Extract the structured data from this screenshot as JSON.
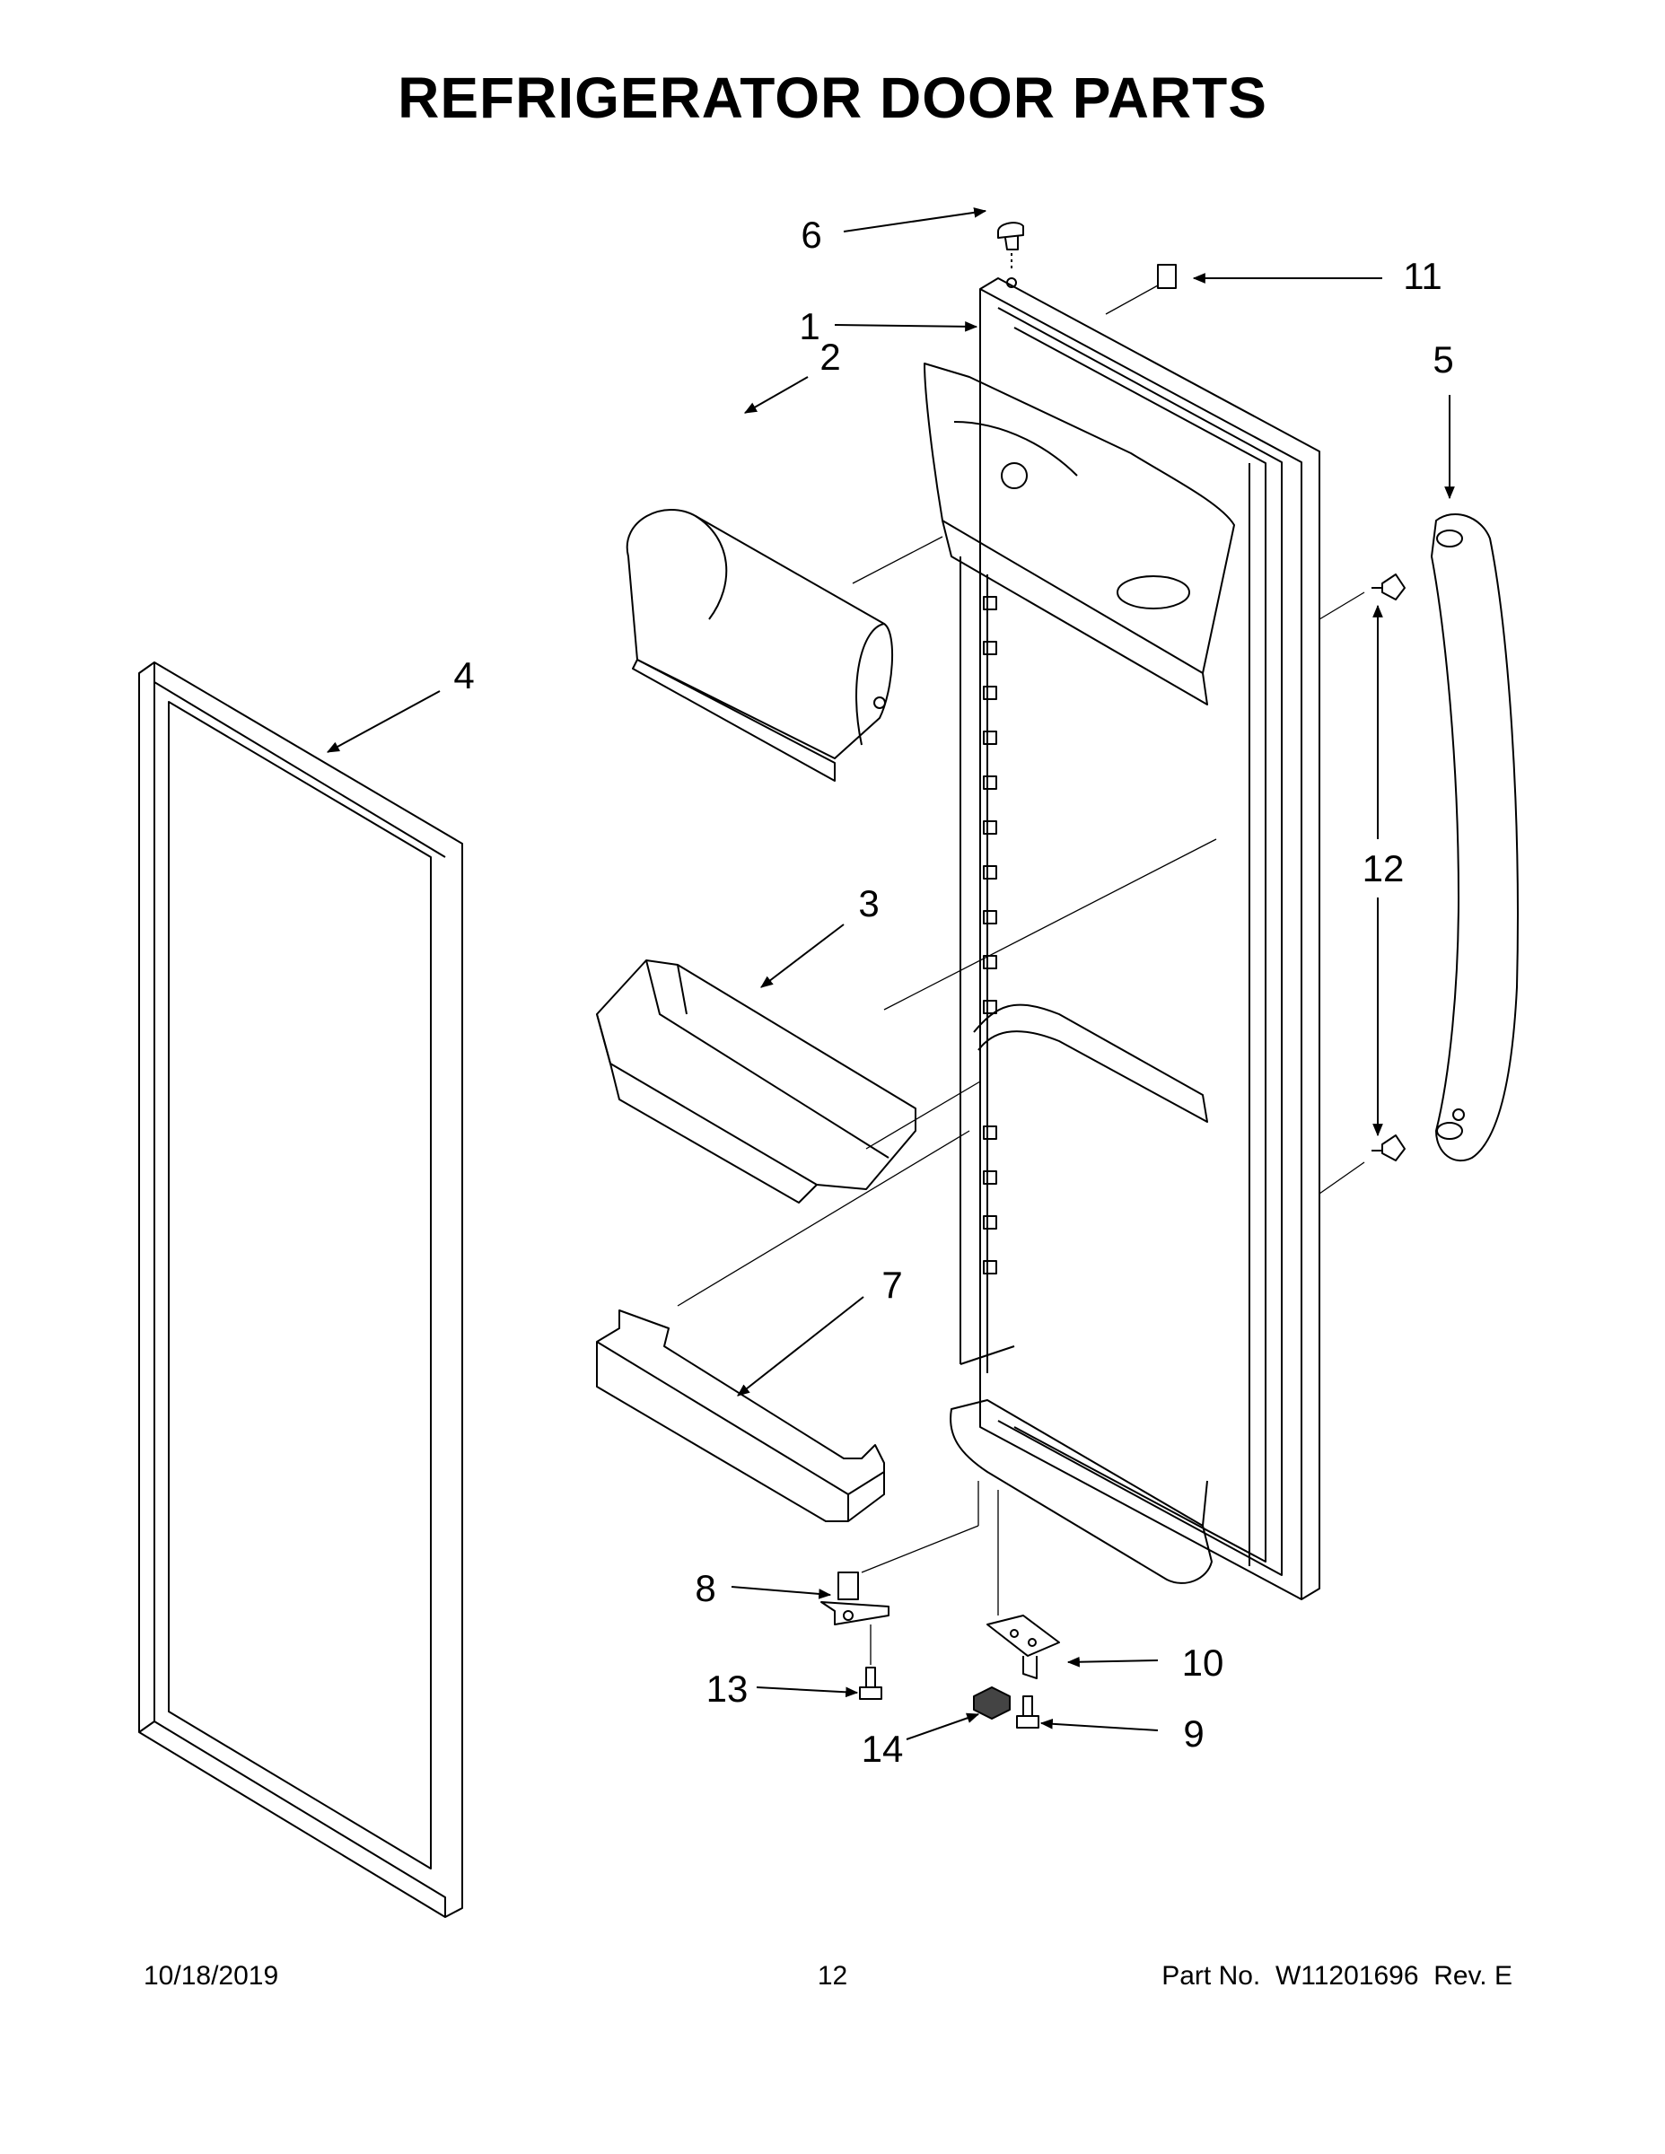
{
  "title": "REFRIGERATOR DOOR PARTS",
  "callouts": {
    "c1": "1",
    "c2": "2",
    "c3": "3",
    "c4": "4",
    "c5": "5",
    "c6": "6",
    "c7": "7",
    "c8": "8",
    "c9": "9",
    "c10": "10",
    "c11": "11",
    "c12": "12",
    "c13": "13",
    "c14": "14"
  },
  "footer": {
    "date": "10/18/2019",
    "page": "12",
    "part_label": "Part No.",
    "part_number": "W11201696",
    "revision": "Rev. E"
  }
}
